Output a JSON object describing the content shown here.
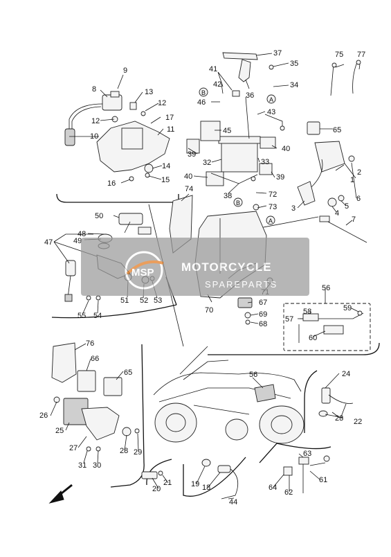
{
  "diagram": {
    "part_numbers": [
      "1",
      "2",
      "3",
      "4",
      "5",
      "6",
      "7",
      "8",
      "9",
      "10",
      "11",
      "12",
      "12",
      "13",
      "14",
      "15",
      "16",
      "17",
      "18",
      "19",
      "20",
      "21",
      "22",
      "23",
      "24",
      "25",
      "26",
      "27",
      "28",
      "29",
      "30",
      "31",
      "32",
      "33",
      "34",
      "35",
      "36",
      "37",
      "38",
      "39",
      "39",
      "40",
      "40",
      "41",
      "42",
      "43",
      "44",
      "45",
      "46",
      "47",
      "48",
      "49",
      "50",
      "51",
      "52",
      "53",
      "54",
      "55",
      "56",
      "56",
      "57",
      "58",
      "59",
      "60",
      "61",
      "62",
      "63",
      "64",
      "65",
      "65",
      "66",
      "67",
      "68",
      "69",
      "70",
      "71",
      "72",
      "73",
      "74",
      "75",
      "76",
      "77"
    ],
    "ref_marks": [
      "A",
      "A",
      "B",
      "B"
    ]
  },
  "watermark": {
    "title": "MOTORCYCLE",
    "subtitle": "SPAREPARTS",
    "logo": "MSP"
  },
  "colors": {
    "ink": "#111111",
    "watermark": "#9a9a9a",
    "logo_accent": "#e27a1f"
  }
}
